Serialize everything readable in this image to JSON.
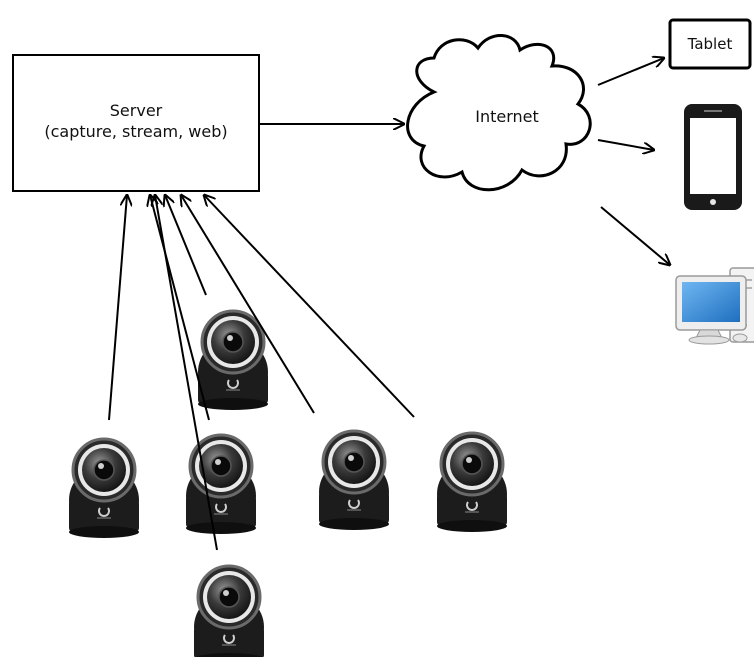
{
  "server": {
    "title": "Server",
    "subtitle": "(capture, stream, web)"
  },
  "internet": {
    "label": "Internet"
  },
  "clients": {
    "tablet": {
      "label": "Tablet"
    },
    "phone": {},
    "desktop": {}
  },
  "cameras": {
    "count": 6
  },
  "colors": {
    "stroke": "#000000",
    "camera_body": "#1c1c1c",
    "monitor_screen": "#2f86d6"
  }
}
